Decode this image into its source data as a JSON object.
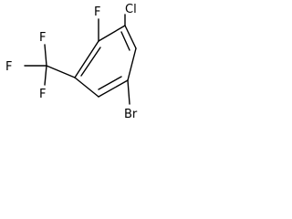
{
  "molecule": {
    "atoms": {
      "fluoro_top": "F",
      "chloro": "Cl",
      "bromo": "Br",
      "cf3_f_top": "F",
      "cf3_f_left": "F",
      "cf3_f_bottom": "F"
    }
  }
}
